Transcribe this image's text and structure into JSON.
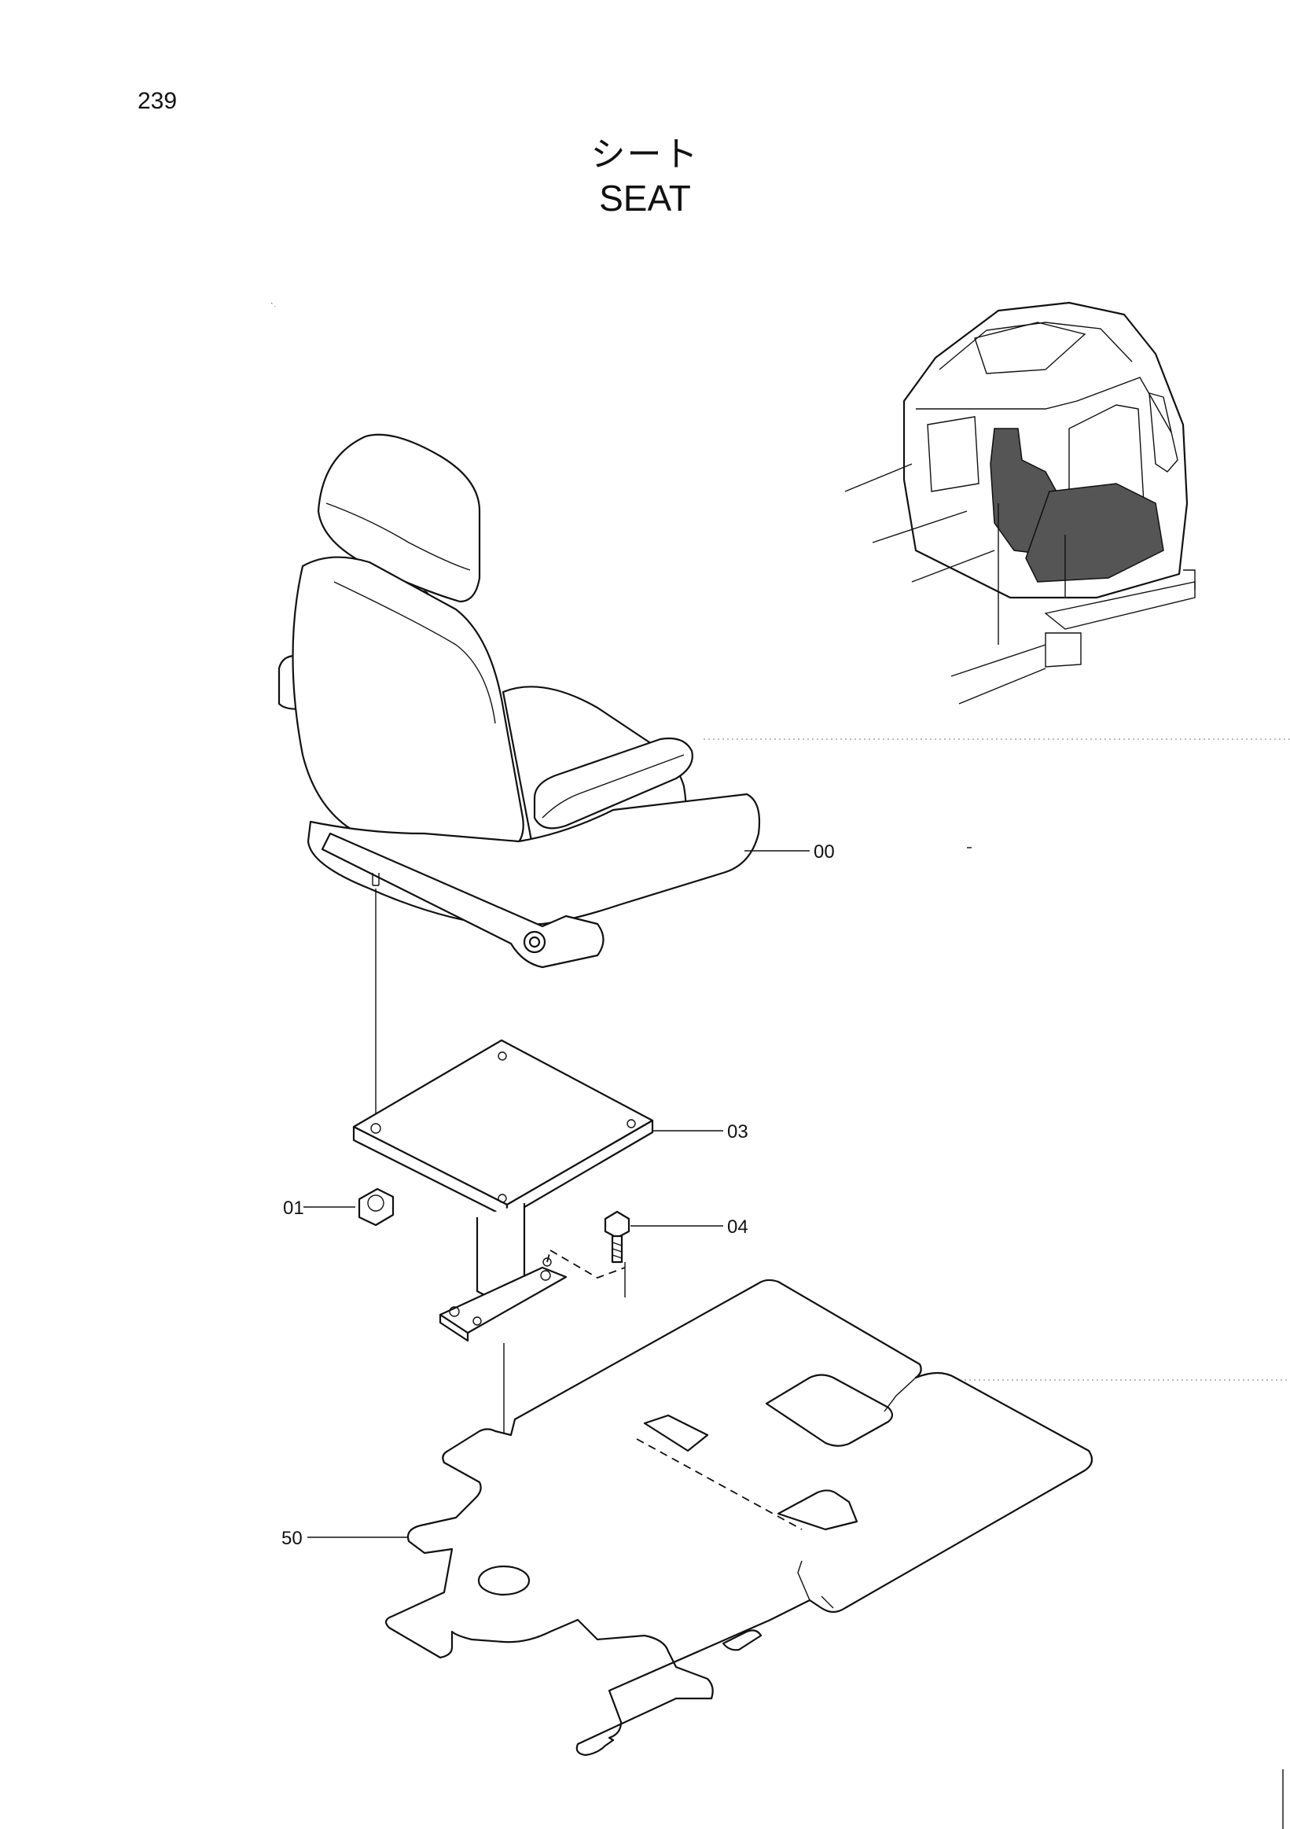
{
  "page": {
    "number": "239"
  },
  "title": {
    "japanese": "シート",
    "english": "SEAT"
  },
  "callouts": [
    {
      "id": "00",
      "part": "seat"
    },
    {
      "id": "03",
      "part": "seat-mounting-plate"
    },
    {
      "id": "01",
      "part": "nut"
    },
    {
      "id": "04",
      "part": "bolt"
    },
    {
      "id": "50",
      "part": "floor-mat"
    }
  ]
}
